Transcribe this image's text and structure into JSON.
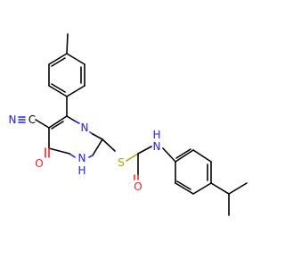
{
  "diagram_type": "chemical-structure",
  "colors": {
    "carbon_bond": "#000000",
    "nitrogen": "#2020ff",
    "oxygen": "#ff2020",
    "sulfur": "#b8a000"
  },
  "atom_labels": {
    "cyano_c": "C",
    "cyano_n": "N",
    "ring_n_top": "N",
    "ring_nh": "N",
    "ring_nh_h": "H",
    "oxo_o": "O",
    "thioether_s": "S",
    "amide_o": "O",
    "amide_n": "N",
    "amide_h": "H"
  }
}
